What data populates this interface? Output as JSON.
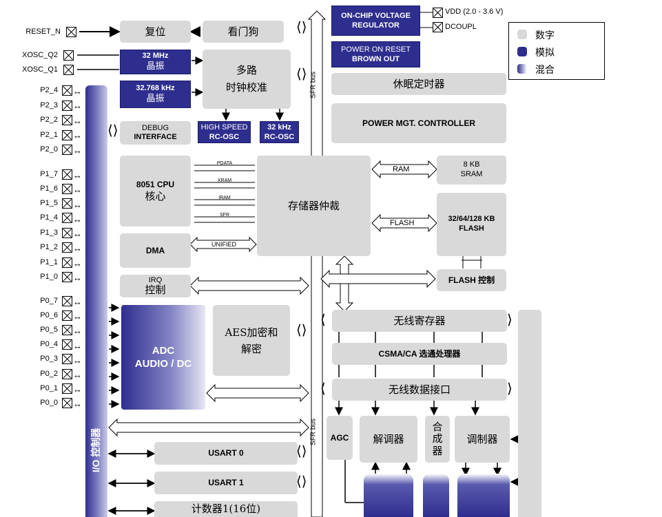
{
  "pins": {
    "reset_n": "RESET_N",
    "xosc_q2": "XOSC_Q2",
    "xosc_q1": "XOSC_Q1",
    "p2_4": "P2_4",
    "p2_3": "P2_3",
    "p2_2": "P2_2",
    "p2_1": "P2_1",
    "p2_0": "P2_0",
    "p1_7": "P1_7",
    "p1_6": "P1_6",
    "p1_5": "P1_5",
    "p1_4": "P1_4",
    "p1_3": "P1_3",
    "p1_2": "P1_2",
    "p1_1": "P1_1",
    "p1_0": "P1_0",
    "p0_7": "P0_7",
    "p0_6": "P0_6",
    "p0_5": "P0_5",
    "p0_4": "P0_4",
    "p0_3": "P0_3",
    "p0_2": "P0_2",
    "p0_1": "P0_1",
    "p0_0": "P0_0",
    "vdd": "VDD (2.0 - 3.6 V)",
    "dcoupl": "DCOUPL"
  },
  "blocks": {
    "reset": "复位",
    "watchdog": "看门狗",
    "osc32m_1": "32 MHz",
    "osc32m_2": "晶振",
    "osc32k_1": "32.768 kHz",
    "osc32k_2": "晶振",
    "clockmux_1": "多路",
    "clockmux_2": "时钟校准",
    "debug_1": "DEBUG",
    "debug_2": "INTERFACE",
    "hs_rcosc_1": "HIGH SPEED",
    "hs_rcosc_2": "RC-OSC",
    "k32_rcosc_1": "32 kHz",
    "k32_rcosc_2": "RC-OSC",
    "cpu_1": "8051 CPU",
    "cpu_2": "核心",
    "dma": "DMA",
    "irq_1": "IRQ",
    "irq_2": "控制",
    "pdata": "PDATA",
    "xram": "XRAM",
    "iram": "IRAM",
    "sfr": "SFR",
    "unified": "UNIFIED",
    "mem_arbiter": "存储器仲裁",
    "vreg_1": "ON-CHIP VOLTAGE",
    "vreg_2": "REGULATOR",
    "por_1": "POWER ON RESET",
    "por_2": "BROWN OUT",
    "sleep_timer": "休眠定时器",
    "pmc": "POWER MGT. CONTROLLER",
    "ram_lbl": "RAM",
    "sram_1": "8 KB",
    "sram_2": "SRAM",
    "flash_lbl": "FLASH",
    "flash_mem_1": "32/64/128  KB",
    "flash_mem_2": "FLASH",
    "flash_ctrl": "FLASH 控制",
    "adc_1": "ADC",
    "adc_2": "AUDIO / DC",
    "aes_1": "AES加密和",
    "aes_2": "解密",
    "io_ctrl": "I/O 控制器",
    "radio_reg": "无线寄存器",
    "csma": "CSMA/CA  选通处理器",
    "radio_if": "无线数据接口",
    "agc": "AGC",
    "demod": "解调器",
    "synth_1": "合",
    "synth_2": "成",
    "synth_3": "器",
    "mod": "调制器",
    "usart0": "USART 0",
    "usart1": "USART 1",
    "timer1": "计数器1(16位)",
    "sfr_bus_1": "SFR bus",
    "sfr_bus_2": "SFR bus"
  },
  "legend": {
    "digital": "数字",
    "analog": "模拟",
    "mixed": "混合"
  },
  "colors": {
    "digital": "#d9d9d9",
    "analog": "#2e2e8e",
    "mixed_from": "#2e2e8e",
    "mixed_to": "#ffffff"
  }
}
